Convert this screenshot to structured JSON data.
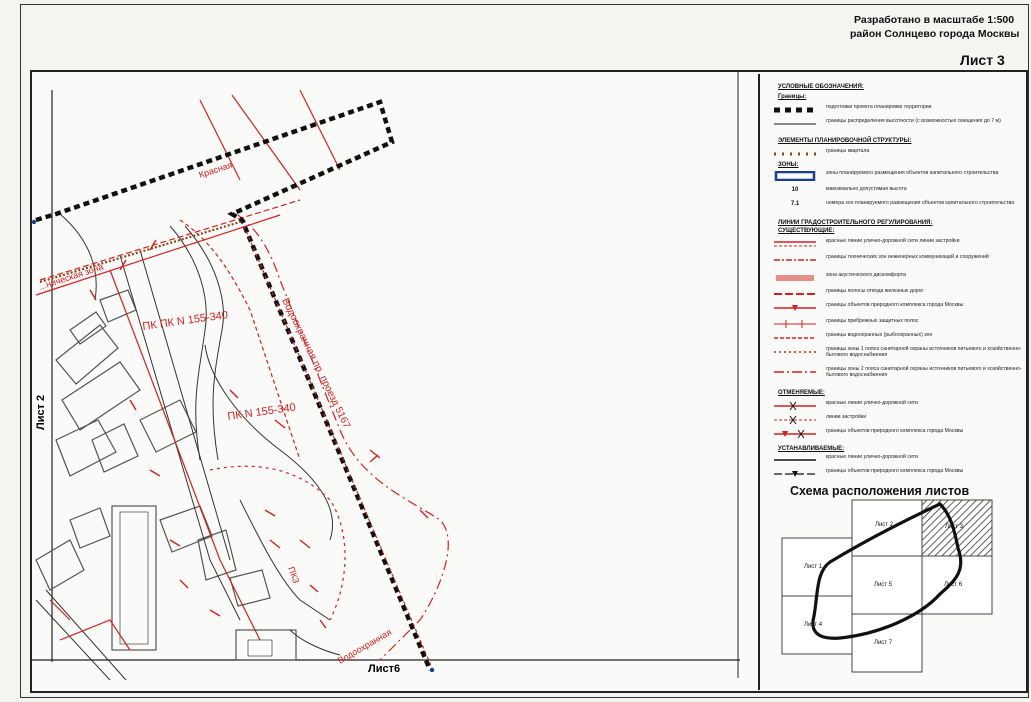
{
  "header": {
    "scale": "Разработано в масштабе 1:500",
    "district": "район Солнцево города Москвы",
    "sheet": "Лист 3"
  },
  "map_labels": {
    "sheet_left": "Лист 2",
    "sheet_bottom": "Лист6",
    "pk_upper": "ПК ПК N 155-340",
    "pk_lower": "ПК N 155-340",
    "red_line_label": "Красная",
    "zone_label": "...ническая зона",
    "road_label": "Водоохранная   пр. проезд 5167",
    "bottom_zone_label": "Водоохранная",
    "pkz_label": "ПКЗ"
  },
  "legend": {
    "title": "УСЛОВНЫЕ ОБОЗНАЧЕНИЯ:",
    "section_boundaries": "Границы:",
    "item_planning_boundary": "подготовки проекта планировки территории",
    "item_height_limit": "границы распределения высотности (с возможностью смещения до 7 м)",
    "section_elements": "ЭЛЕМЕНТЫ ПЛАНИРОВОЧНОЙ СТРУКТУРЫ:",
    "item_quarter": "границы квартала",
    "section_zones": "ЗОНЫ:",
    "item_zone_capital": "зоны планируемого размещения объектов капитального строительства",
    "item_max_height_value": "10",
    "item_max_height": "максимально допустимая высота",
    "item_zone_number_value": "7.1",
    "item_zone_number": "номера зон планируемого размещения объектов капитального строительства",
    "section_regulation": "ЛИНИИ ГРАДОСТРОИТЕЛЬНОГО РЕГУЛИРОВАНИЯ:",
    "subsection_existing": "СУЩЕСТВУЮЩИЕ:",
    "item_red_lines": "красные линии улично-дорожной сети линии застройки",
    "item_engineering_zones": "границы технических зон инженерных коммуникаций и сооружений",
    "item_noise_zone": "зона акустического дискомфорта",
    "item_railway": "границы полосы отвода железных дорог",
    "item_natural_complex": "границы объектов природного комплекса города Москвы",
    "item_coastal": "границы прибрежных защитных полос",
    "item_water_protection": "границы водоохранных (рыбоохранных) зон",
    "item_sanitary_1": "границы зоны 1 пояса санитарной охраны источников питьевого и хозяйственно-бытового водоснабжения",
    "item_sanitary_2": "границы зоны 2 пояса санитарной охраны источников питьевого и хозяйственно-бытового водоснабжения",
    "subsection_cancelled": "ОТМЕНЯЕМЫЕ:",
    "item_cancel_red": "красные линии улично-дорожной сети",
    "item_cancel_build": "линии застройки",
    "item_cancel_natural": "границы объектов природного комплекса города Москвы",
    "subsection_established": "УСТАНАВЛИВАЕМЫЕ:",
    "item_est_red": "красные линии улично-дорожной сети",
    "item_est_natural": "границы объектов природного комплекса города Москвы"
  },
  "scheme": {
    "title": "Схема расположения листов",
    "cells": [
      "Лист 2",
      "Лист 3",
      "Лист 1",
      "Лист 5",
      "Лист 6",
      "Лист 4",
      "Лист 7"
    ]
  },
  "colors": {
    "red_line": "#d42020",
    "boundary": "#1a1a1a",
    "building": "#555555",
    "accent_blue": "#1a3d8f"
  }
}
